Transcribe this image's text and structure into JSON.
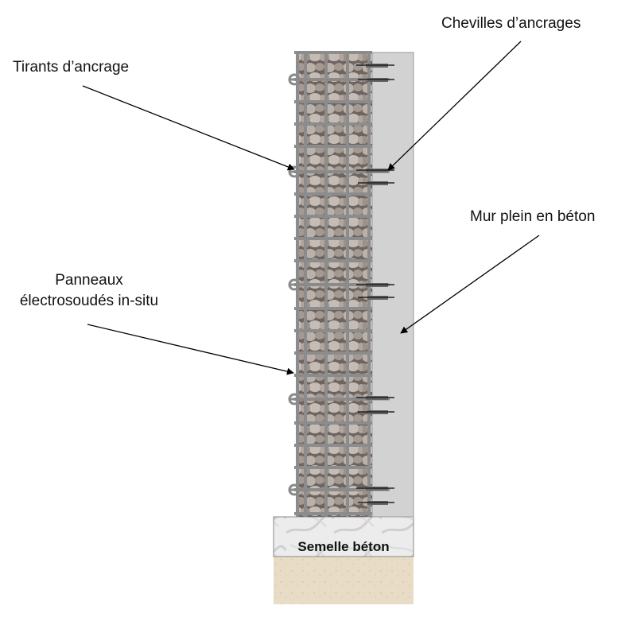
{
  "labels": {
    "chevilles": "Chevilles d’ancrages",
    "tirants": "Tirants d’ancrage",
    "mur": "Mur plein en béton",
    "panneaux_line1": "Panneaux",
    "panneaux_line2": "électrosoudés in-situ",
    "semelle": "Semelle béton"
  },
  "colors": {
    "wall": "#d2d2d2",
    "mesh": "#8a8a8a",
    "stone": "#a8a29c",
    "footing": "#e9e9e9",
    "soil": "#e8dcc8"
  }
}
